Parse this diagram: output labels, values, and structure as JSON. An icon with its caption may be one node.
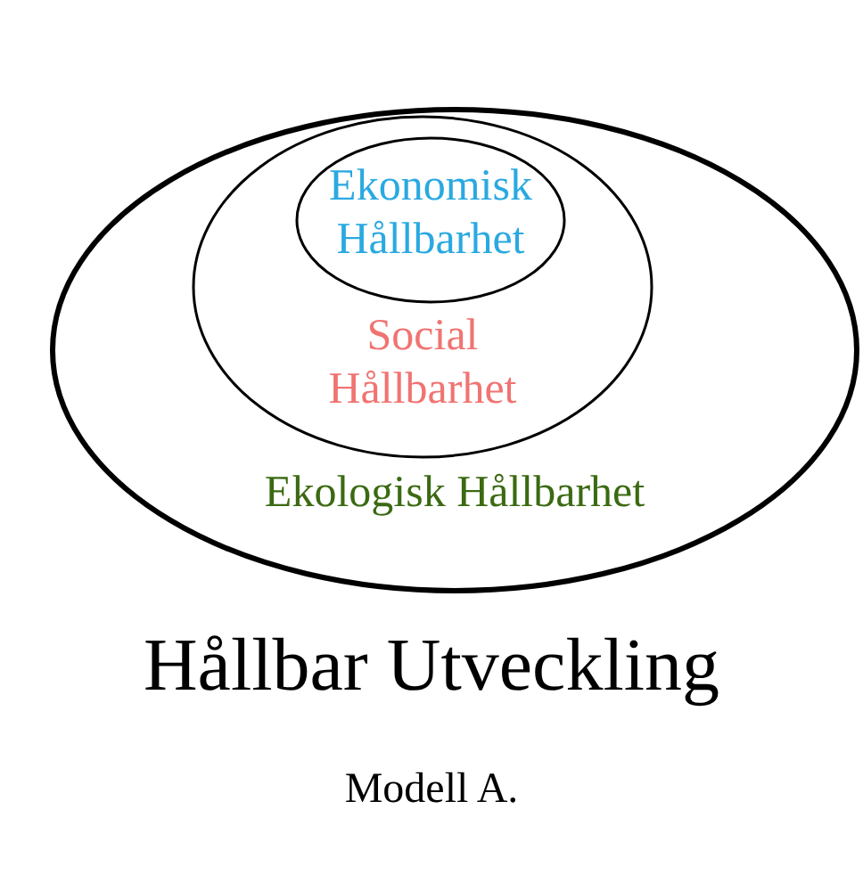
{
  "diagram": {
    "title": "Hållbar Utveckling",
    "caption": "Modell A.",
    "nodes": [
      {
        "text": [
          "Ekologisk Hållbarhet"
        ]
      },
      {
        "text": [
          "Social Hållbarhet"
        ],
        "in": 0
      },
      {
        "text": [
          "Ekonomisk Hållbarhet"
        ],
        "in": 1
      }
    ]
  }
}
